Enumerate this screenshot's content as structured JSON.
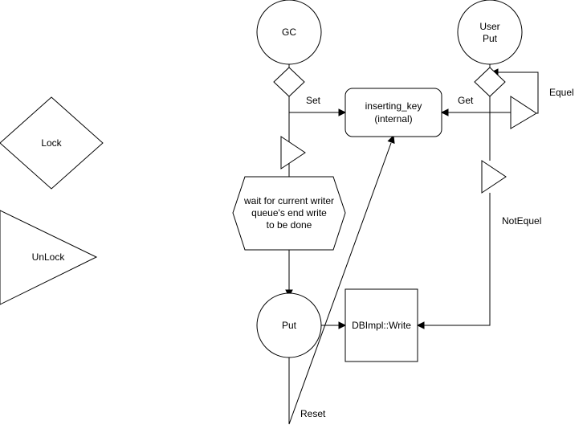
{
  "nodes": {
    "lock": {
      "label": "Lock"
    },
    "unlock": {
      "label": "UnLock"
    },
    "gc": {
      "label": "GC"
    },
    "user_put": {
      "label_line1": "User",
      "label_line2": "Put"
    },
    "inserting_key": {
      "label_line1": "inserting_key",
      "label_line2": "(internal)"
    },
    "wait": {
      "label_line1": "wait for current writer",
      "label_line2": "queue's end write",
      "label_line3": "to be done"
    },
    "put": {
      "label": "Put"
    },
    "dbimpl_write": {
      "label": "DBImpl::Write"
    }
  },
  "edges": {
    "set": {
      "label": "Set"
    },
    "get": {
      "label": "Get"
    },
    "equel": {
      "label": "Equel"
    },
    "not_equel": {
      "label": "NotEquel"
    },
    "reset": {
      "label": "Reset"
    }
  }
}
